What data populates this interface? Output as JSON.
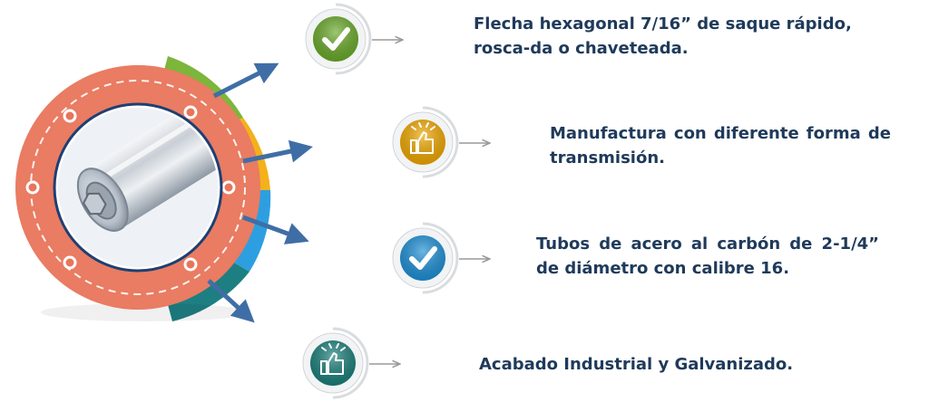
{
  "features": [
    {
      "text": "Flecha hexagonal 7/16” de saque rápido, rosca-da o chaveteada.",
      "icon": "check-icon",
      "badge_color": "#6aaa2a"
    },
    {
      "text": "Manufactura con diferente forma de transmisión.",
      "icon": "thumbs-up-icon",
      "badge_color": "#f0a800"
    },
    {
      "text": "Tubos de acero al carbón de 2-1/4” de diámetro con calibre 16.",
      "icon": "check-icon",
      "badge_color": "#1e90d6"
    },
    {
      "text": "Acabado Industrial y Galvanizado.",
      "icon": "thumbs-up-icon",
      "badge_color": "#1a7f7a"
    }
  ],
  "colors": {
    "ring": "#e8755a",
    "arc_green": "#7cb63a",
    "arc_yellow": "#f3b11a",
    "arc_blue": "#2d9fe0",
    "arc_teal": "#1d7f82",
    "arrow": "#3f6ea6",
    "text": "#1f3a5a",
    "connector": "#9a9a9a"
  }
}
